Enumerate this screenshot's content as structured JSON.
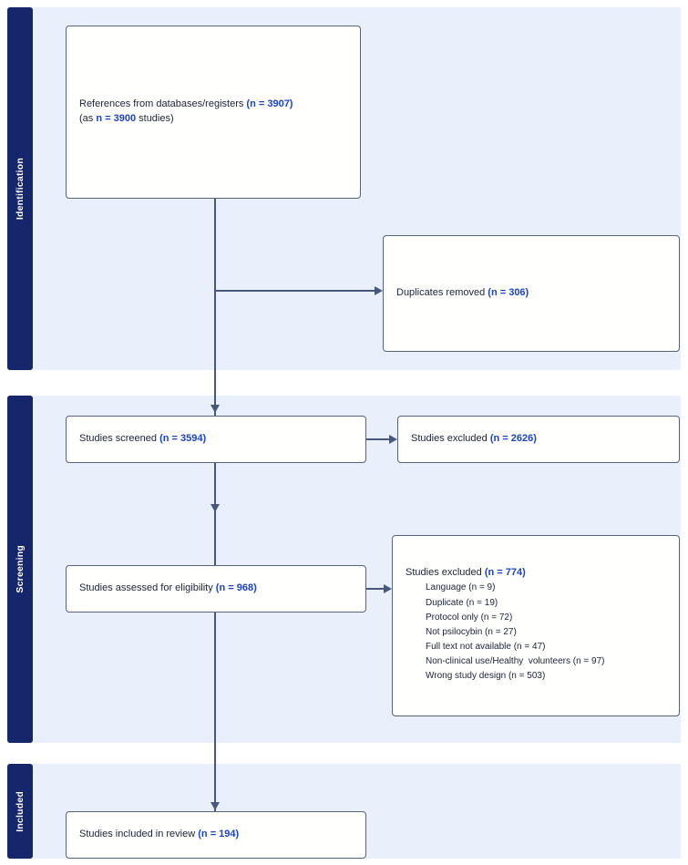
{
  "stages": [
    {
      "key": "identification",
      "label": "Identification"
    },
    {
      "key": "screening",
      "label": "Screening"
    },
    {
      "key": "included",
      "label": "Included"
    }
  ],
  "nodes": {
    "records": {
      "line1_pre": "References from databases/registers ",
      "line1_count": "(n = 3907)",
      "line2_pre": "(as ",
      "line2_count": "n = 3900",
      "line2_post": " studies)"
    },
    "duplicates": {
      "label": "Duplicates removed ",
      "count": "(n = 306)"
    },
    "screened": {
      "label": "Studies screened ",
      "count": "(n = 3594)"
    },
    "excluded_screened": {
      "label": "Studies excluded ",
      "count": "(n = 2626)"
    },
    "eligibility": {
      "label": "Studies assessed for eligibility ",
      "count": "(n = 968)"
    },
    "excluded_eligibility": {
      "label": "Studies excluded ",
      "count": "(n = 774)",
      "reasons": [
        "Language (n = 9)",
        "Duplicate (n = 19)",
        "Protocol only (n = 72)",
        "Not psilocybin (n = 27)",
        "Full text not available (n = 47)",
        "Non-clinical use/Healthy  volunteers (n = 97)",
        "Wrong study design (n = 503)"
      ]
    },
    "included": {
      "label": "Studies included in review ",
      "count": "(n = 194)"
    }
  },
  "colors": {
    "stage_tab": "#16266b",
    "band": "#eaf0fb",
    "box_border": "#55637f",
    "connector": "#46587e",
    "count_text": "#1a43c8",
    "body_text": "#1b2236"
  }
}
